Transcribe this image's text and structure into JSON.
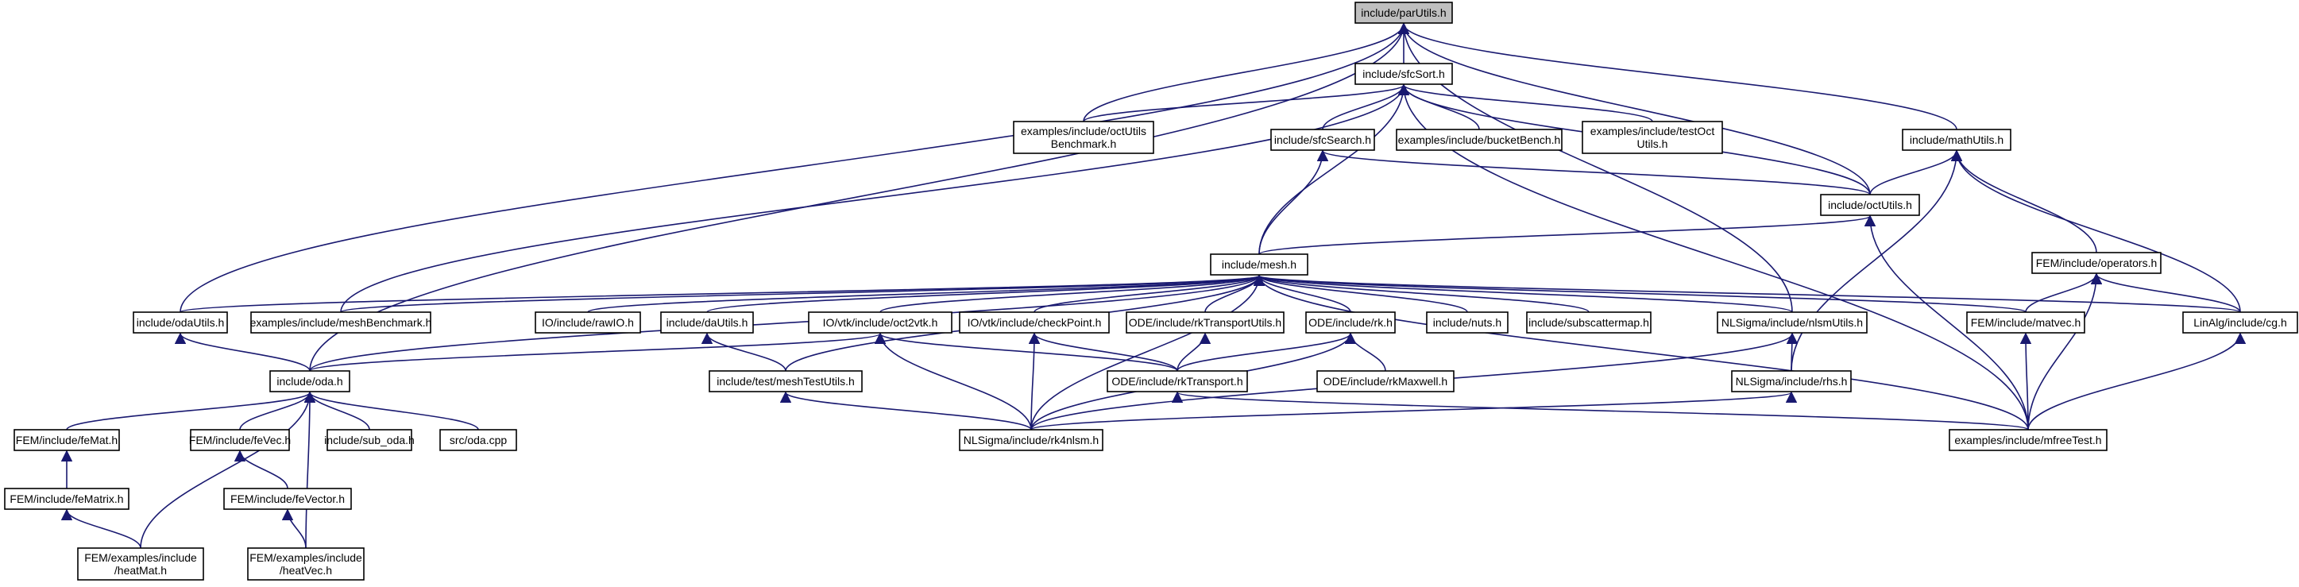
{
  "colors": {
    "edge": "#191970",
    "node_fill": "#ffffff",
    "root_fill": "#bfbfbf",
    "border": "#000000"
  },
  "root": "include/parUtils.h",
  "nodes": [
    {
      "id": "parUtils",
      "lines": [
        "include/parUtils.h"
      ],
      "highlight": true
    },
    {
      "id": "sfcSort",
      "lines": [
        "include/sfcSort.h"
      ]
    },
    {
      "id": "octBench",
      "lines": [
        "examples/include/octUtils",
        "Benchmark.h"
      ]
    },
    {
      "id": "sfcSearch",
      "lines": [
        "include/sfcSearch.h"
      ]
    },
    {
      "id": "bucketBench",
      "lines": [
        "examples/include/bucketBench.h"
      ]
    },
    {
      "id": "testOct",
      "lines": [
        "examples/include/testOct",
        "Utils.h"
      ]
    },
    {
      "id": "mathUtils",
      "lines": [
        "include/mathUtils.h"
      ]
    },
    {
      "id": "octUtils",
      "lines": [
        "include/octUtils.h"
      ]
    },
    {
      "id": "mesh",
      "lines": [
        "include/mesh.h"
      ]
    },
    {
      "id": "operators",
      "lines": [
        "FEM/include/operators.h"
      ]
    },
    {
      "id": "odaUtils",
      "lines": [
        "include/odaUtils.h"
      ]
    },
    {
      "id": "meshBench",
      "lines": [
        "examples/include/meshBenchmark.h"
      ]
    },
    {
      "id": "rawIO",
      "lines": [
        "IO/include/rawIO.h"
      ]
    },
    {
      "id": "daUtils",
      "lines": [
        "include/daUtils.h"
      ]
    },
    {
      "id": "oct2vtk",
      "lines": [
        "IO/vtk/include/oct2vtk.h"
      ]
    },
    {
      "id": "checkPoint",
      "lines": [
        "IO/vtk/include/checkPoint.h"
      ]
    },
    {
      "id": "rkTransportUtils",
      "lines": [
        "ODE/include/rkTransportUtils.h"
      ]
    },
    {
      "id": "rk",
      "lines": [
        "ODE/include/rk.h"
      ]
    },
    {
      "id": "nuts",
      "lines": [
        "include/nuts.h"
      ]
    },
    {
      "id": "subscattermap",
      "lines": [
        "include/subscattermap.h"
      ]
    },
    {
      "id": "nlsmUtils",
      "lines": [
        "NLSigma/include/nlsmUtils.h"
      ]
    },
    {
      "id": "matvec",
      "lines": [
        "FEM/include/matvec.h"
      ]
    },
    {
      "id": "cg",
      "lines": [
        "LinAlg/include/cg.h"
      ]
    },
    {
      "id": "oda",
      "lines": [
        "include/oda.h"
      ]
    },
    {
      "id": "meshTestUtils",
      "lines": [
        "include/test/meshTestUtils.h"
      ]
    },
    {
      "id": "rkTransport",
      "lines": [
        "ODE/include/rkTransport.h"
      ]
    },
    {
      "id": "rkMaxwell",
      "lines": [
        "ODE/include/rkMaxwell.h"
      ]
    },
    {
      "id": "rhs",
      "lines": [
        "NLSigma/include/rhs.h"
      ]
    },
    {
      "id": "feMat",
      "lines": [
        "FEM/include/feMat.h"
      ]
    },
    {
      "id": "feVec",
      "lines": [
        "FEM/include/feVec.h"
      ]
    },
    {
      "id": "subOda",
      "lines": [
        "include/sub_oda.h"
      ]
    },
    {
      "id": "odaCpp",
      "lines": [
        "src/oda.cpp"
      ]
    },
    {
      "id": "rk4nlsm",
      "lines": [
        "NLSigma/include/rk4nlsm.h"
      ]
    },
    {
      "id": "mfreeTest",
      "lines": [
        "examples/include/mfreeTest.h"
      ]
    },
    {
      "id": "feMatrix",
      "lines": [
        "FEM/include/feMatrix.h"
      ]
    },
    {
      "id": "feVector",
      "lines": [
        "FEM/include/feVector.h"
      ]
    },
    {
      "id": "heatMat",
      "lines": [
        "FEM/examples/include",
        "/heatMat.h"
      ]
    },
    {
      "id": "heatVec",
      "lines": [
        "FEM/examples/include",
        "/heatVec.h"
      ]
    }
  ],
  "edges": [
    [
      "sfcSort",
      "parUtils"
    ],
    [
      "octBench",
      "parUtils"
    ],
    [
      "mathUtils",
      "parUtils"
    ],
    [
      "octUtils",
      "parUtils"
    ],
    [
      "nlsmUtils",
      "parUtils"
    ],
    [
      "odaUtils",
      "parUtils"
    ],
    [
      "oda",
      "parUtils"
    ],
    [
      "octBench",
      "sfcSort"
    ],
    [
      "sfcSearch",
      "sfcSort"
    ],
    [
      "bucketBench",
      "sfcSort"
    ],
    [
      "testOct",
      "sfcSort"
    ],
    [
      "octUtils",
      "sfcSort"
    ],
    [
      "mesh",
      "sfcSort"
    ],
    [
      "meshBench",
      "sfcSort"
    ],
    [
      "mfreeTest",
      "sfcSort"
    ],
    [
      "octUtils",
      "sfcSearch"
    ],
    [
      "mesh",
      "sfcSearch"
    ],
    [
      "octUtils",
      "mathUtils"
    ],
    [
      "operators",
      "mathUtils"
    ],
    [
      "cg",
      "mathUtils"
    ],
    [
      "rhs",
      "mathUtils"
    ],
    [
      "mesh",
      "octUtils"
    ],
    [
      "mfreeTest",
      "octUtils"
    ],
    [
      "odaUtils",
      "mesh"
    ],
    [
      "meshBench",
      "mesh"
    ],
    [
      "rawIO",
      "mesh"
    ],
    [
      "daUtils",
      "mesh"
    ],
    [
      "oct2vtk",
      "mesh"
    ],
    [
      "checkPoint",
      "mesh"
    ],
    [
      "rkTransportUtils",
      "mesh"
    ],
    [
      "rk",
      "mesh"
    ],
    [
      "nuts",
      "mesh"
    ],
    [
      "subscattermap",
      "mesh"
    ],
    [
      "nlsmUtils",
      "mesh"
    ],
    [
      "matvec",
      "mesh"
    ],
    [
      "cg",
      "mesh"
    ],
    [
      "oda",
      "mesh"
    ],
    [
      "meshTestUtils",
      "mesh"
    ],
    [
      "rk4nlsm",
      "mesh"
    ],
    [
      "mfreeTest",
      "mesh"
    ],
    [
      "matvec",
      "operators"
    ],
    [
      "cg",
      "operators"
    ],
    [
      "mfreeTest",
      "operators"
    ],
    [
      "oda",
      "odaUtils"
    ],
    [
      "meshTestUtils",
      "daUtils"
    ],
    [
      "oda",
      "oct2vtk"
    ],
    [
      "rk4nlsm",
      "oct2vtk"
    ],
    [
      "rkTransport",
      "oct2vtk"
    ],
    [
      "rk4nlsm",
      "checkPoint"
    ],
    [
      "rkTransport",
      "checkPoint"
    ],
    [
      "rkTransport",
      "rkTransportUtils"
    ],
    [
      "rkTransport",
      "rk"
    ],
    [
      "rkMaxwell",
      "rk"
    ],
    [
      "rk4nlsm",
      "rk"
    ],
    [
      "rk4nlsm",
      "nlsmUtils"
    ],
    [
      "rhs",
      "nlsmUtils"
    ],
    [
      "mfreeTest",
      "matvec"
    ],
    [
      "mfreeTest",
      "cg"
    ],
    [
      "feMat",
      "oda"
    ],
    [
      "feVec",
      "oda"
    ],
    [
      "subOda",
      "oda"
    ],
    [
      "odaCpp",
      "oda"
    ],
    [
      "heatMat",
      "oda"
    ],
    [
      "heatVec",
      "oda"
    ],
    [
      "rk4nlsm",
      "meshTestUtils"
    ],
    [
      "mfreeTest",
      "rkTransport"
    ],
    [
      "rk4nlsm",
      "rhs"
    ],
    [
      "feMatrix",
      "feMat"
    ],
    [
      "feVector",
      "feVec"
    ],
    [
      "heatMat",
      "feMatrix"
    ],
    [
      "heatVec",
      "feVector"
    ]
  ]
}
